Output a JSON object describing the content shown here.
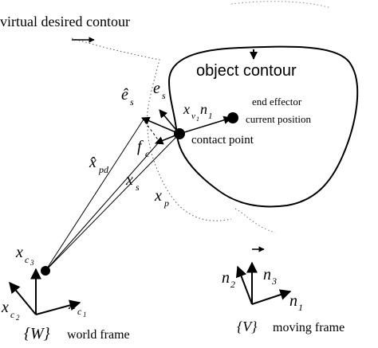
{
  "labels": {
    "virtual_desired_contour": "virtual desired contour",
    "object_contour": "object contour",
    "end_effector_line1": "end effector",
    "end_effector_line2": "current position",
    "contact_point": "contact point",
    "world_frame_symbol": "{W}",
    "world_frame_text": "world frame",
    "moving_frame_symbol": "{V}",
    "moving_frame_text": "moving frame"
  },
  "symbols": {
    "e_s_hat": "ê",
    "e_s_hat_sub": "s",
    "e_s": "e",
    "e_s_sub": "s",
    "x_v1_n1_x": "x",
    "x_v1_n1_sub": "v",
    "x_v1_n1_subsub": "1",
    "x_v1_n1_n": "n",
    "x_v1_n1_nsub": "1",
    "f_c": "f",
    "f_c_sub": "c",
    "x_pd_hat": "x̂",
    "x_pd_sub": "pd",
    "x_s": "x",
    "x_s_sub": "s",
    "x_p": "x",
    "x_p_sub": "p",
    "x_c3": "x",
    "x_c3_sub": "c",
    "x_c3_subsub": "3",
    "x_c2": "x",
    "x_c2_sub": "c",
    "x_c2_subsub": "2",
    "x_c1": "x",
    "x_c1_sub": "c",
    "x_c1_subsub": "1",
    "n1": "n",
    "n1_sub": "1",
    "n2": "n",
    "n2_sub": "2",
    "n3": "n",
    "n3_sub": "3"
  }
}
